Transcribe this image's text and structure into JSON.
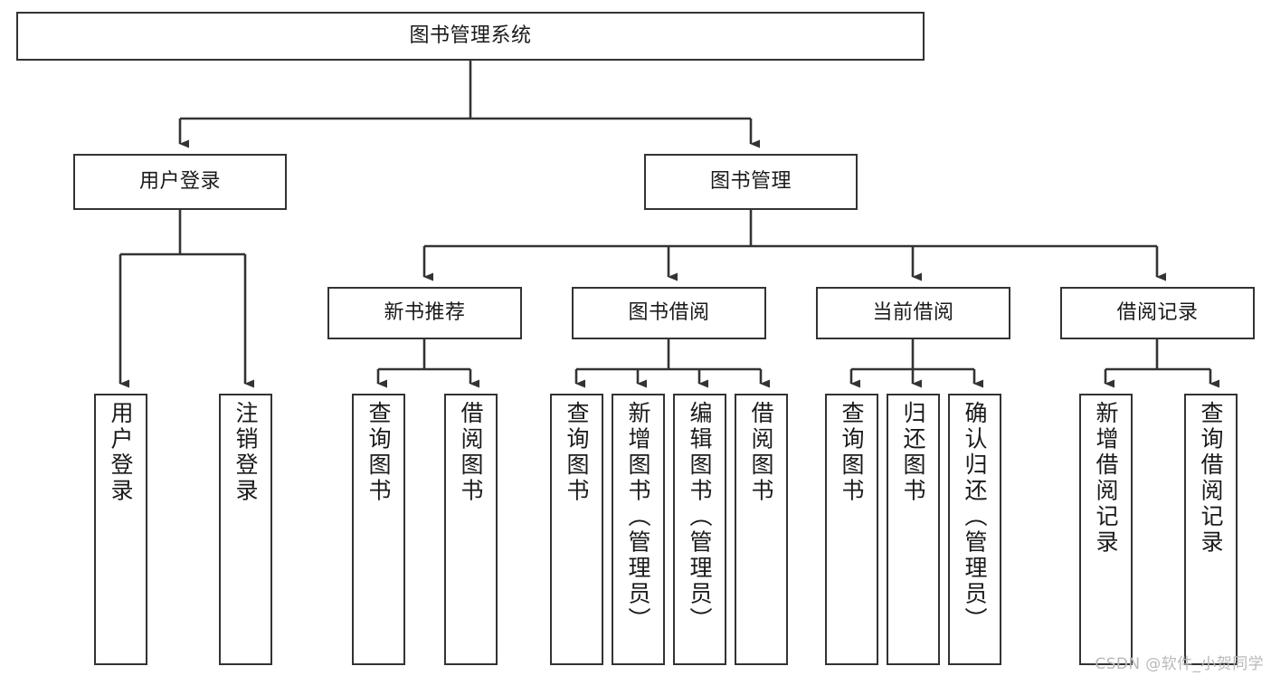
{
  "diagram": {
    "title": "图书管理系统",
    "type": "hierarchy-tree",
    "orientation": "top-down",
    "colors": {
      "box_border": "#333333",
      "box_fill": "#ffffff",
      "connector": "#333333",
      "text": "#1a1a1a",
      "watermark": "#b9b9b9",
      "background": "#ffffff"
    },
    "levels": [
      {
        "level": 1,
        "nodes": [
          {
            "id": "root",
            "label": "图书管理系统"
          }
        ]
      },
      {
        "level": 2,
        "nodes": [
          {
            "id": "user-login",
            "label": "用户登录",
            "parent": "root"
          },
          {
            "id": "book-management",
            "label": "图书管理",
            "parent": "root"
          }
        ]
      },
      {
        "level": 3,
        "nodes": [
          {
            "id": "new-book-recommend",
            "label": "新书推荐",
            "parent": "book-management"
          },
          {
            "id": "book-borrow",
            "label": "图书借阅",
            "parent": "book-management"
          },
          {
            "id": "current-borrow",
            "label": "当前借阅",
            "parent": "book-management"
          },
          {
            "id": "borrow-record",
            "label": "借阅记录",
            "parent": "book-management"
          }
        ]
      },
      {
        "level": 4,
        "nodes": [
          {
            "id": "leaf-user-login",
            "label": "用户登录",
            "parent": "user-login"
          },
          {
            "id": "leaf-logout-login",
            "label": "注销登录",
            "parent": "user-login"
          },
          {
            "id": "leaf-query-book-rec",
            "label": "查询图书",
            "parent": "new-book-recommend"
          },
          {
            "id": "leaf-borrow-book-rec",
            "label": "借阅图书",
            "parent": "new-book-recommend"
          },
          {
            "id": "leaf-query-book-borrow",
            "label": "查询图书",
            "parent": "book-borrow"
          },
          {
            "id": "leaf-add-book-admin",
            "label": "新增图书（管理员）",
            "parent": "book-borrow"
          },
          {
            "id": "leaf-edit-book-admin",
            "label": "编辑图书（管理员）",
            "parent": "book-borrow"
          },
          {
            "id": "leaf-borrow-book",
            "label": "借阅图书",
            "parent": "book-borrow"
          },
          {
            "id": "leaf-query-book-cur",
            "label": "查询图书",
            "parent": "current-borrow"
          },
          {
            "id": "leaf-return-book",
            "label": "归还图书",
            "parent": "current-borrow"
          },
          {
            "id": "leaf-confirm-return-admin",
            "label": "确认归还（管理员）",
            "parent": "current-borrow"
          },
          {
            "id": "leaf-add-borrow-record",
            "label": "新增借阅记录",
            "parent": "borrow-record"
          },
          {
            "id": "leaf-query-borrow-record",
            "label": "查询借阅记录",
            "parent": "borrow-record"
          }
        ]
      }
    ]
  },
  "watermark": {
    "text": "CSDN @软件_小贺同学"
  }
}
